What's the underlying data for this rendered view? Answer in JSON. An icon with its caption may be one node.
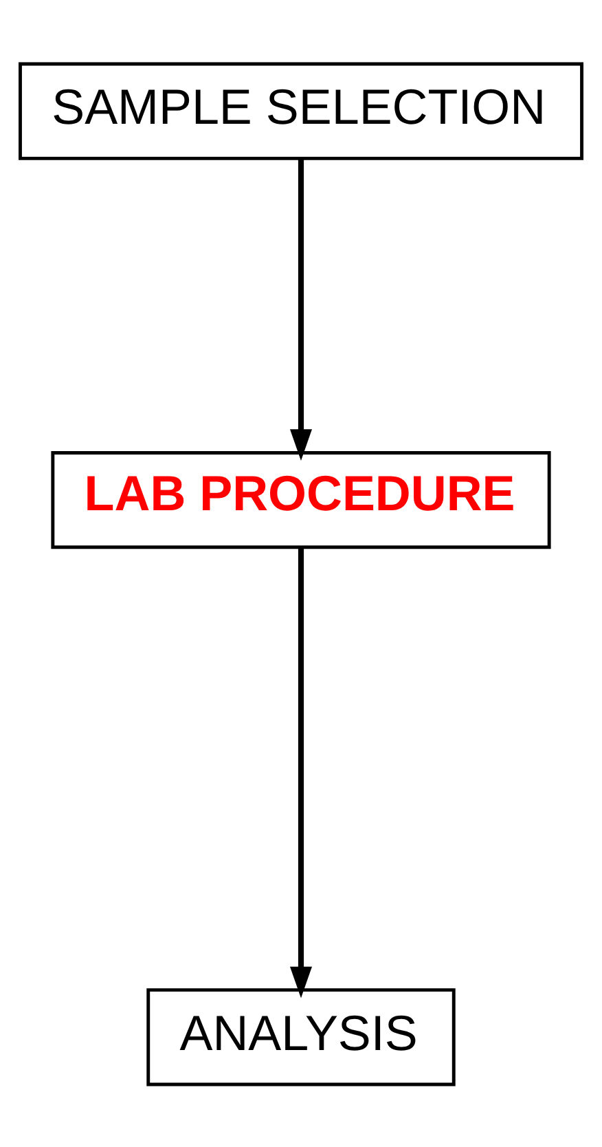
{
  "diagram": {
    "nodes": [
      {
        "text": [
          "SAMPLE SELECTION"
        ]
      },
      {
        "text": [
          "LAB PROCEDURE"
        ]
      },
      {
        "text": [
          "ANALYSIS"
        ]
      }
    ],
    "edges": [
      {
        "from": 0,
        "to": 1,
        "arrow": "to"
      },
      {
        "from": 1,
        "to": 2,
        "arrow": "to"
      }
    ]
  }
}
